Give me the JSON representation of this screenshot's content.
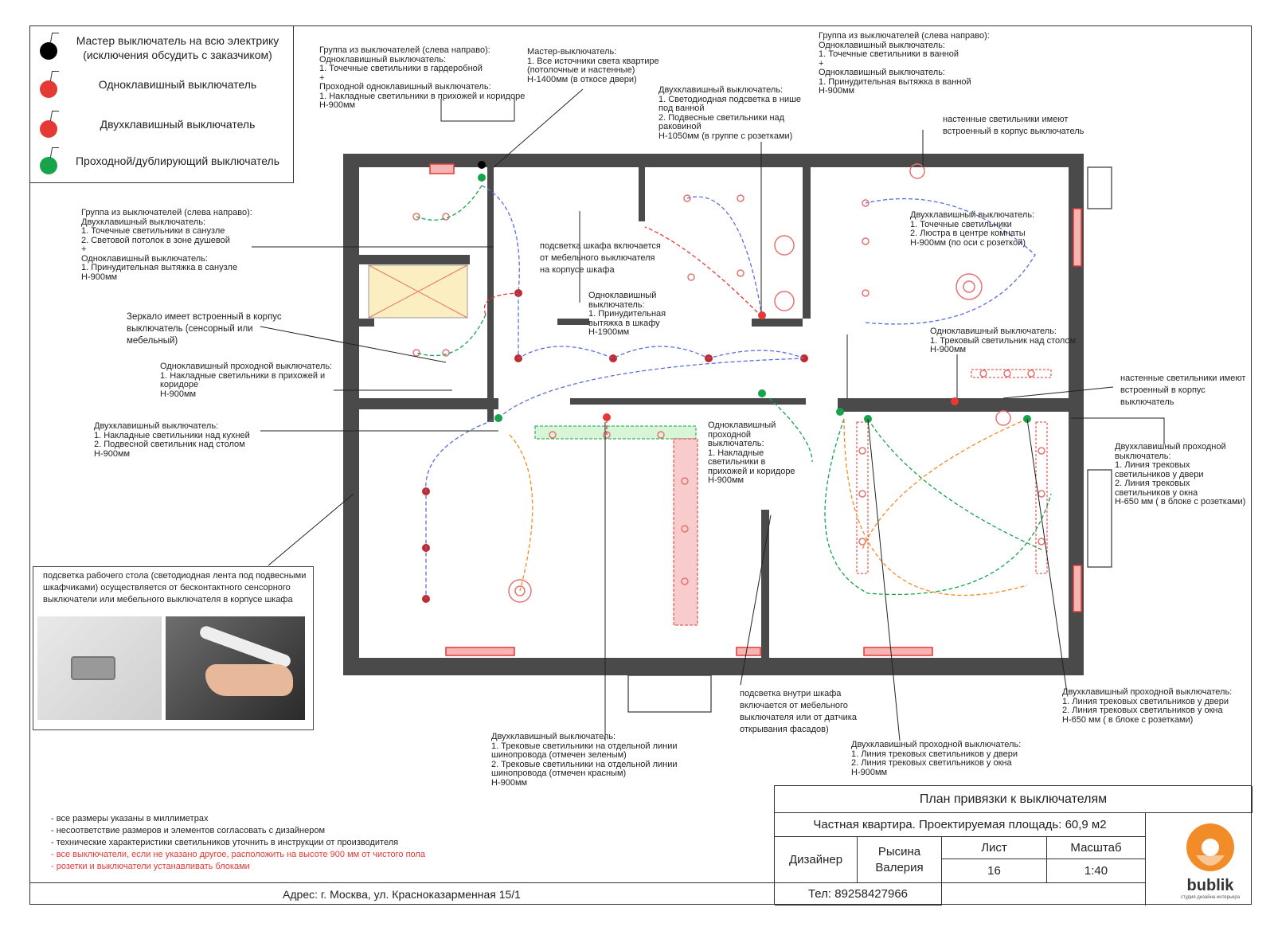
{
  "legend": {
    "items": [
      {
        "label": "Мастер выключатель на всю электрику\n(исключения обсудить с заказчиком)",
        "color": "#000000"
      },
      {
        "label": "Одноклавишный выключатель",
        "color": "#e53935"
      },
      {
        "label": "Двухклавишный выключатель",
        "color": "#e53935"
      },
      {
        "label": "Проходной/дублирующий выключатель",
        "color": "#16a34a"
      }
    ]
  },
  "notes": {
    "wardrobe_group": "Группа из выключателей (слева направо):\nОдноклавишный выключатель:\n1. Точечные светильники в гардеробной\n+\nПроходной одноклавишный выключатель:\n1. Накладные светильники в прихожей и коридоре\nН-900мм",
    "master": "Мастер-выключатель:\n1. Все источники света  квартире\n(потолочные и настенные)\nН-1400мм (в откосе двери)",
    "bath_niche": "Двухклавишный выключатель:\n1. Светодиодная подсветка в нише\nпод ванной\n2. Подвесные светильники над\nраковиной\nН-1050мм (в группе с розетками)",
    "bath_group": "Группа из выключателей (слева направо):\nОдноклавишный выключатель:\n1. Точечные светильники в ванной\n+\nОдноклавишный выключатель:\n1. Принудительная вытяжка в ванной\nН-900мм",
    "wall_lamps_1": "настенные светильники имеют\nвстроенный в корпус выключатель",
    "room_double": "Двухклавишный выключатель:\n1. Точечные светильники\n2. Люстра в центре комнаты\nН-900мм (по оси с розеткой)",
    "toilet_group": "Группа из выключателей (слева направо):\nДвухклавишный выключатель:\n1. Точечные светильники в санузле\n2. Световой потолок в зоне душевой\n+\nОдноклавишный выключатель:\n1. Принудительная вытяжка в санузле\nН-900мм",
    "wardrobe_light": "подсветка шкафа включается\nот мебельного выключателя\nна корпусе шкафа",
    "wardrobe_fan": "Одноклавишный\nвыключатель:\n1. Принудительная\nвытяжка в шкафу\nН-1900мм",
    "mirror": "Зеркало имеет встроенный в корпус\nвыключатель (сенсорный или\nмебельный)",
    "track_table": "Одноклавишный выключатель:\n1. Трековый светильник над столом\nН-900мм",
    "hall_pass": "Одноклавишный проходной выключатель:\n1. Накладные светильники в прихожей и\nкоридоре\nН-900мм",
    "wall_lamps_2": "настенные светильники имеют\nвстроенный в корпус\nвыключатель",
    "kitchen_double": "Двухклавишный выключатель:\n1. Накладные светильники над кухней\n2. Подвесной светильник над столом\nН-900мм",
    "corridor_pass": "Одноклавишный\nпроходной\nвыключатель:\n1. Накладные\nсветильники в\nприхожей и коридоре\nН-900мм",
    "bedroom_pass_right": "Двухклавишный проходной\nвыключатель:\n1. Линия трековых\nсветильников у двери\n2. Линия трековых\nсветильников у окна\nН-650 мм ( в блоке с розетками)",
    "desk_light": "подсветка рабочего стола (светодиодная лента под подвесными\nшкафчиками) осуществляется от бесконтактного сенсорного\nвыключатели или мебельного выключателя в корпусе шкафа",
    "closet_inside": "подсветка внутри шкафа\nвключается от мебельного\nвыключателя или от датчика\nоткрывания фасадов)",
    "bedroom_pass_bottom": "Двухклавишный проходной выключатель:\n1. Линия трековых светильников у двери\n2. Линия трековых светильников у окна\nН-650 мм ( в блоке с розетками)",
    "living_track": "Двухклавишный выключатель:\n1. Трековые светильники на отдельной линии\nшинопровода (отмечен зеленым)\n2. Трековые светильники на отдельной линии\nшинопровода (отмечен красным)\nН-900мм",
    "bedroom_pass_center": "Двухклавишный проходной выключатель:\n1. Линия трековых светильников у двери\n2. Линия трековых светильников у окна\nН-900мм"
  },
  "bottom_notes": [
    {
      "text": "- все размеры указаны в миллиметрах",
      "red": false
    },
    {
      "text": "- несоответствие размеров и элементов согласовать с дизайнером",
      "red": false
    },
    {
      "text": "- технические характеристики светильников уточнить в инструкции от производителя",
      "red": false
    },
    {
      "text": "- все выключатели, если не указано другое, расположить на высоте 900 мм от чистого пола",
      "red": true
    },
    {
      "text": "- розетки и выключатели устанавливать блоками",
      "red": true
    }
  ],
  "address": "Адрес: г. Москва, ул. Красноказарменная 15/1",
  "title_block": {
    "title": "План привязки к выключателям",
    "subtitle": "Частная квартира. Проектируемая площадь: 60,9 м2",
    "designer_label": "Дизайнер",
    "designer_name": "Рысина\nВалерия",
    "sheet_label": "Лист",
    "sheet_value": "16",
    "scale_label": "Масштаб",
    "scale_value": "1:40",
    "phone": "Тел: 89258427966"
  },
  "logo": {
    "text": "bublik",
    "tagline": "студия дизайна интерьера",
    "color": "#f28c28"
  },
  "colors": {
    "wall": "#4a4a4a",
    "red": "#e53935",
    "green": "#16a34a",
    "blue": "#5b6ee1",
    "orange": "#f28c28"
  }
}
